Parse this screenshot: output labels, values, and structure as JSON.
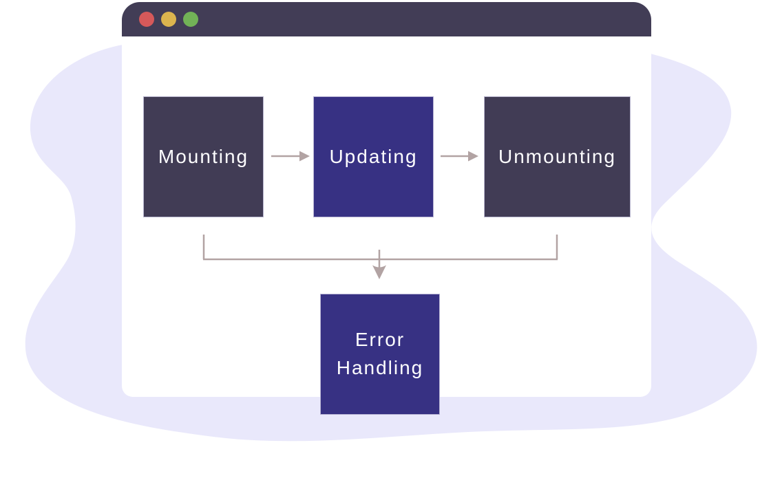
{
  "window": {
    "controls": [
      {
        "name": "close",
        "color": "#d6595a"
      },
      {
        "name": "minimize",
        "color": "#dcb44e"
      },
      {
        "name": "maximize",
        "color": "#72b257"
      }
    ]
  },
  "diagram": {
    "nodes": {
      "mounting": {
        "label": "Mounting",
        "variant": "dark"
      },
      "updating": {
        "label": "Updating",
        "variant": "indigo"
      },
      "unmounting": {
        "label": "Unmounting",
        "variant": "dark"
      },
      "error": {
        "label": "Error Handling",
        "variant": "indigo"
      }
    },
    "edges": [
      {
        "from": "mounting",
        "to": "updating"
      },
      {
        "from": "updating",
        "to": "unmounting"
      },
      {
        "from": "mounting",
        "to": "error"
      },
      {
        "from": "unmounting",
        "to": "error"
      }
    ],
    "colors": {
      "dark_box": "#413c55",
      "indigo_box": "#373183",
      "titlebar": "#423d56",
      "arrow": "#b2a3a3",
      "blob": "#e9e8fb",
      "text": "#fdfdfe"
    }
  }
}
